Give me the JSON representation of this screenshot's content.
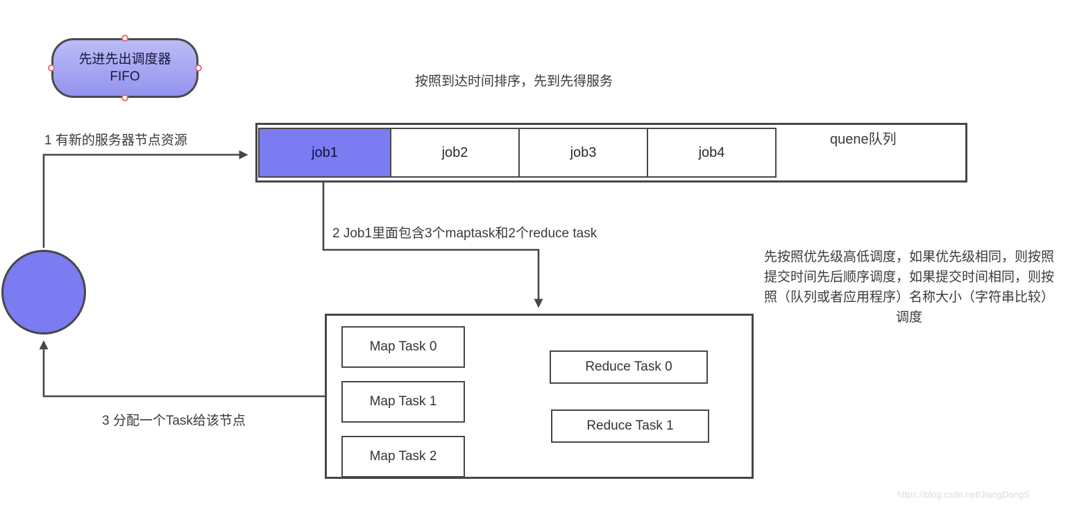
{
  "colors": {
    "node_fill": "#9d9df0",
    "job_active_fill": "#7b7bf2",
    "line": "#474747",
    "selection_handle": "#e06e6e",
    "watermark": "#dcdcdc"
  },
  "fifo_node": {
    "title": "先进先出调度器",
    "subtitle": "FIFO"
  },
  "queue": {
    "caption": "按照到达时间排序，先到先得服务",
    "label": "quene队列",
    "jobs": [
      "job1",
      "job2",
      "job3",
      "job4"
    ]
  },
  "steps": {
    "step1": "1 有新的服务器节点资源",
    "step2": "2 Job1里面包含3个maptask和2个reduce task",
    "step3": "3 分配一个Task给该节点"
  },
  "note": "先按照优先级高低调度，如果优先级相同，则按照提交时间先后顺序调度，如果提交时间相同，则按照（队列或者应用程序）名称大小（字符串比较）调度",
  "job_detail": {
    "map_tasks": [
      "Map Task 0",
      "Map Task 1",
      "Map Task 2"
    ],
    "reduce_tasks": [
      "Reduce Task 0",
      "Reduce Task 1"
    ]
  },
  "watermark": "https://blog.csdn.net/JiangDongS"
}
